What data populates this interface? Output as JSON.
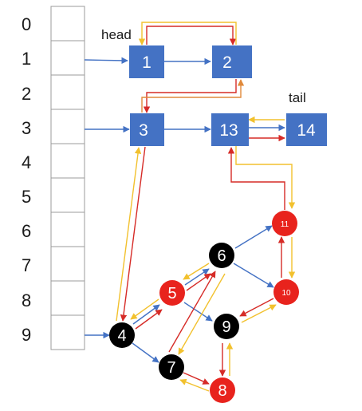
{
  "table": {
    "indices": [
      "0",
      "1",
      "2",
      "3",
      "4",
      "5",
      "6",
      "7",
      "8",
      "9"
    ]
  },
  "labels": {
    "head": "head",
    "tail": "tail"
  },
  "list_nodes": [
    {
      "id": "n1",
      "label": "1"
    },
    {
      "id": "n2",
      "label": "2"
    },
    {
      "id": "n3",
      "label": "3"
    },
    {
      "id": "n13",
      "label": "13"
    },
    {
      "id": "n14",
      "label": "14"
    }
  ],
  "tree_nodes": [
    {
      "id": "t4",
      "label": "4",
      "color": "black"
    },
    {
      "id": "t5",
      "label": "5",
      "color": "red"
    },
    {
      "id": "t6",
      "label": "6",
      "color": "black"
    },
    {
      "id": "t7",
      "label": "7",
      "color": "black"
    },
    {
      "id": "t8",
      "label": "8",
      "color": "red"
    },
    {
      "id": "t9",
      "label": "9",
      "color": "black"
    },
    {
      "id": "t10",
      "label": "10",
      "color": "red"
    },
    {
      "id": "t11",
      "label": "11",
      "color": "red"
    }
  ],
  "colors": {
    "box_fill": "#4472c4",
    "node_black": "#000000",
    "node_red": "#e8231d",
    "arrow_blue": "#4472c4",
    "arrow_red": "#d62b27",
    "arrow_yellow": "#f2c12e",
    "arrow_orange": "#e0893a",
    "table_border": "#9b9b9b"
  }
}
